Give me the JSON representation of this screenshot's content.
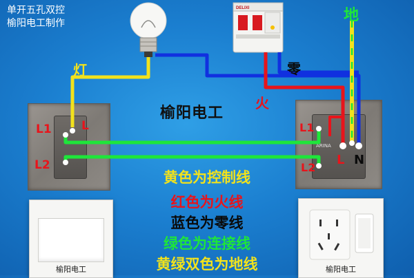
{
  "header": {
    "line1": "单开五孔双控",
    "line2": "榆阳电工制作"
  },
  "diagram": {
    "title": "榆阳电工",
    "label_lamp": "灯",
    "label_ground": "地",
    "label_neutral": "零",
    "label_live": "火",
    "switch_L1": "L1",
    "switch_L2": "L2",
    "switch_L": "L",
    "socket_L1": "L1",
    "socket_L2": "L2",
    "socket_L": "L",
    "socket_N": "N",
    "socket_brand": "ARINA",
    "breaker_brand": "DELIXI"
  },
  "legend": {
    "yellow": "黄色为控制线",
    "red": "红色为火线",
    "blue": "蓝色为零线",
    "green": "绿色为连接线",
    "yellowgreen": "黄绿双色为地线"
  },
  "products": {
    "switch_caption": "榆阳电工",
    "socket_caption": "榆阳电工"
  },
  "colors": {
    "yellow": "#f2e21c",
    "red": "#e8141b",
    "blue": "#1030e0",
    "green": "#1ee63a"
  }
}
